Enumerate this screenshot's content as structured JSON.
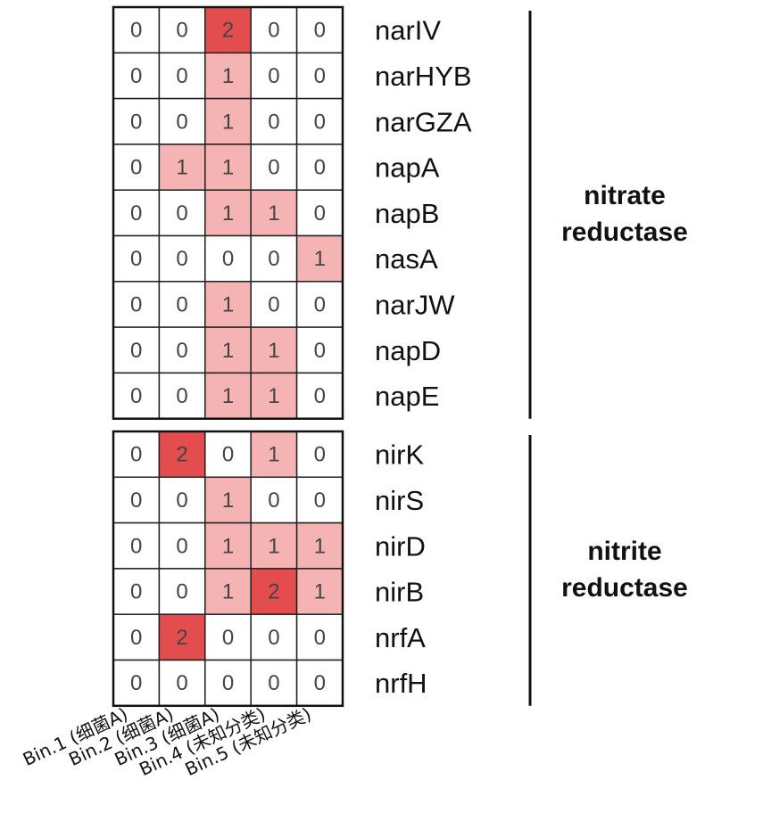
{
  "chart_data": {
    "type": "heatmap",
    "columns": [
      "Bin.1 (细菌A)",
      "Bin.2 (细菌A)",
      "Bin.3 (细菌A)",
      "Bin.4 (未知分类)",
      "Bin.5 (未知分类)"
    ],
    "groups": [
      {
        "name": "nitrate reductase",
        "label_lines": [
          "nitrate",
          "reductase"
        ],
        "rows": [
          {
            "gene": "narIV",
            "values": [
              0,
              0,
              2,
              0,
              0
            ]
          },
          {
            "gene": "narHYB",
            "values": [
              0,
              0,
              1,
              0,
              0
            ]
          },
          {
            "gene": "narGZA",
            "values": [
              0,
              0,
              1,
              0,
              0
            ]
          },
          {
            "gene": "napA",
            "values": [
              0,
              1,
              1,
              0,
              0
            ]
          },
          {
            "gene": "napB",
            "values": [
              0,
              0,
              1,
              1,
              0
            ]
          },
          {
            "gene": "nasA",
            "values": [
              0,
              0,
              0,
              0,
              1
            ]
          },
          {
            "gene": "narJW",
            "values": [
              0,
              0,
              1,
              0,
              0
            ]
          },
          {
            "gene": "napD",
            "values": [
              0,
              0,
              1,
              1,
              0
            ]
          },
          {
            "gene": "napE",
            "values": [
              0,
              0,
              1,
              1,
              0
            ]
          }
        ]
      },
      {
        "name": "nitrite reductase",
        "label_lines": [
          "nitrite",
          "reductase"
        ],
        "rows": [
          {
            "gene": "nirK",
            "values": [
              0,
              2,
              0,
              1,
              0
            ]
          },
          {
            "gene": "nirS",
            "values": [
              0,
              0,
              1,
              0,
              0
            ]
          },
          {
            "gene": "nirD",
            "values": [
              0,
              0,
              1,
              1,
              1
            ]
          },
          {
            "gene": "nirB",
            "values": [
              0,
              0,
              1,
              2,
              1
            ]
          },
          {
            "gene": "nrfA",
            "values": [
              0,
              2,
              0,
              0,
              0
            ]
          },
          {
            "gene": "nrfH",
            "values": [
              0,
              0,
              0,
              0,
              0
            ]
          }
        ]
      }
    ],
    "color_scale": {
      "0": "#ffffff",
      "1": "#f6b3b3",
      "2": "#e34d4d"
    },
    "grid": true,
    "legend": "none"
  }
}
